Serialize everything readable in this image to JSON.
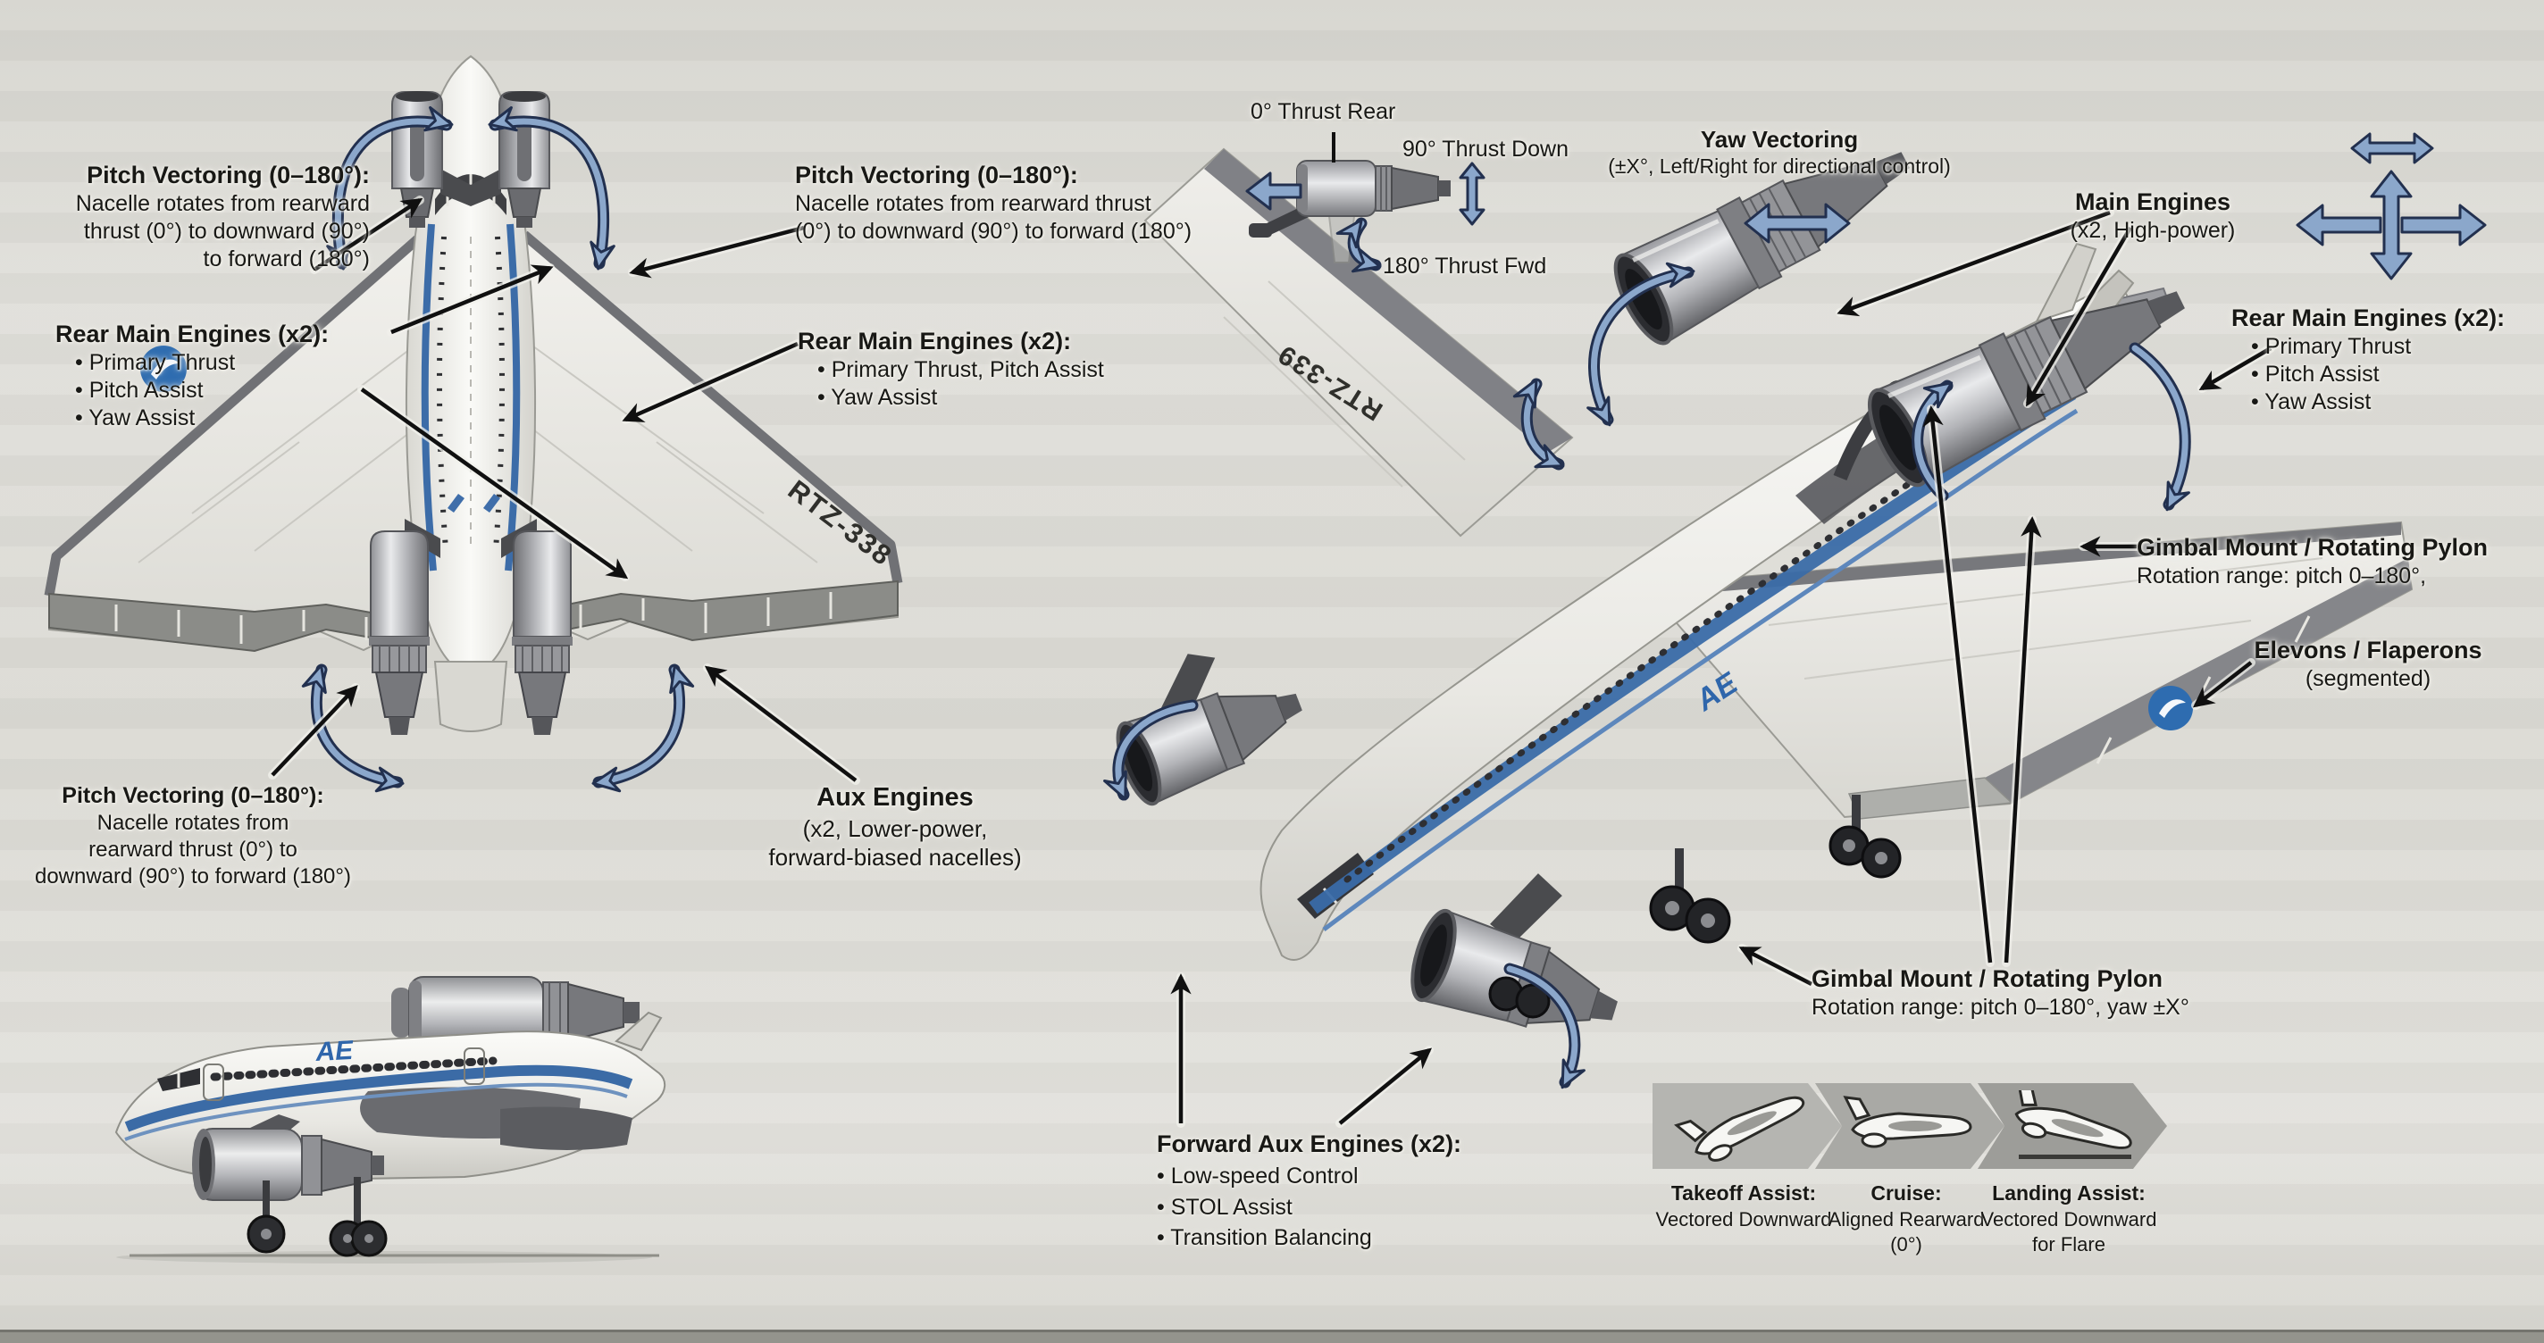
{
  "aircraft": {
    "registration_top_view": "RTZ-338",
    "registration_perspective": "RTZ-339",
    "airline_logo": "AE"
  },
  "colors": {
    "arrow_blue_fill": "#8ba7cb",
    "arrow_blue_outline": "#22304f",
    "annotation_black": "#101010",
    "logo_blue": "#2e6cb0",
    "stripe_blue": "#3a6ba8",
    "background": "#dddcd6"
  },
  "annotations": {
    "pitch_vectoring_top_left": {
      "title": "Pitch Vectoring (0–180°):",
      "lines": [
        "Nacelle rotates from rearward",
        "thrust (0°) to downward (90°)",
        "to forward (180°)"
      ]
    },
    "rear_main_engines_left": {
      "title": "Rear Main Engines (x2):",
      "bullets": [
        "• Primary Thrust",
        "• Pitch Assist",
        "• Yaw Assist"
      ]
    },
    "pitch_vectoring_top_right": {
      "title": "Pitch Vectoring (0–180°):",
      "lines": [
        "Nacelle rotates from rearward thrust",
        "(0°) to downward (90°) to forward (180°)"
      ]
    },
    "rear_main_engines_right_top": {
      "title": "Rear Main Engines (x2):",
      "bullets": [
        "• Primary Thrust, Pitch Assist",
        "• Yaw Assist"
      ]
    },
    "pitch_vectoring_bottom_left": {
      "title": "Pitch Vectoring (0–180°):",
      "lines": [
        "Nacelle rotates from",
        "rearward thrust (0°) to",
        "downward (90°) to forward (180°)"
      ]
    },
    "aux_engines": {
      "title": "Aux Engines",
      "lines": [
        "(x2, Lower-power,",
        "forward-biased nacelles)"
      ]
    },
    "yaw_vectoring": {
      "title": "Yaw Vectoring",
      "subtitle": "(±X°, Left/Right for directional control)"
    },
    "main_engines": {
      "title": "Main Engines",
      "subtitle": "(x2, High-power)"
    },
    "rear_main_engines_far_right": {
      "title": "Rear Main Engines (x2):",
      "bullets": [
        "• Primary Thrust",
        "• Pitch Assist",
        "• Yaw Assist"
      ]
    },
    "gimbal_mount_right": {
      "title": "Gimbal Mount / Rotating Pylon",
      "subtitle": "Rotation range: pitch 0–180°,"
    },
    "elevons": {
      "title": "Elevons / Flaperons",
      "subtitle": "(segmented)"
    },
    "gimbal_mount_bottom": {
      "title": "Gimbal Mount / Rotating Pylon",
      "subtitle": "Rotation range: pitch 0–180°, yaw ±X°"
    },
    "forward_aux_engines": {
      "title": "Forward Aux Engines (x2):",
      "bullets": [
        "• Low-speed Control",
        "• STOL Assist",
        "• Transition Balancing"
      ]
    }
  },
  "thrust_diagram": {
    "label_rear": "0° Thrust Rear",
    "label_down": "90° Thrust Down",
    "label_fwd": "180° Thrust Fwd"
  },
  "flight_modes": [
    {
      "title": "Takeoff Assist:",
      "lines": [
        "Vectored Downward"
      ]
    },
    {
      "title": "Cruise:",
      "lines": [
        "Aligned Rearward",
        "(0°)"
      ]
    },
    {
      "title": "Landing Assist:",
      "lines": [
        "Vectored Downward",
        "for Flare"
      ]
    }
  ]
}
